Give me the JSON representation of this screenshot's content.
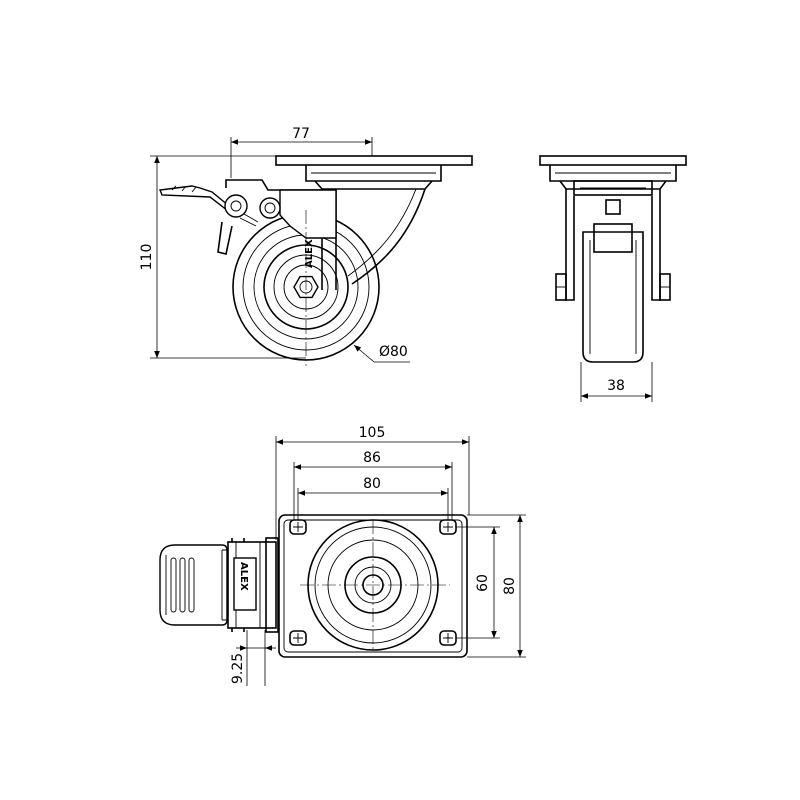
{
  "dimensions": {
    "offset": "77",
    "height": "110",
    "wheel_diameter": "Ø80",
    "wheel_width": "38",
    "plate_length": "105",
    "hole_spacing_length": "86",
    "plate_inner_length": "80",
    "hole_spacing_width": "60",
    "plate_width": "80",
    "brake_offset": "9.25"
  },
  "brand": {
    "side_mark": "ALEX",
    "top_mark": "ALEX"
  },
  "colors": {
    "line": "#000000",
    "background": "#ffffff"
  }
}
